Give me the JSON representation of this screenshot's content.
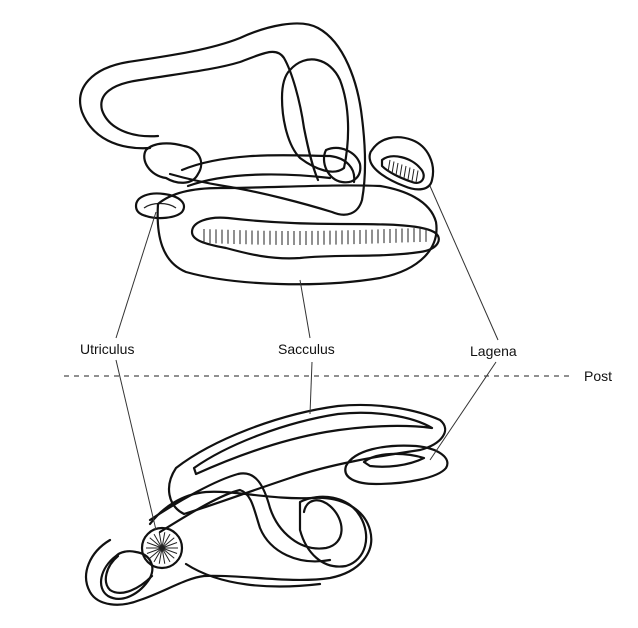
{
  "labels": {
    "utriculus": "Utriculus",
    "sacculus": "Sacculus",
    "lagena": "Lagena",
    "post": "Post"
  }
}
